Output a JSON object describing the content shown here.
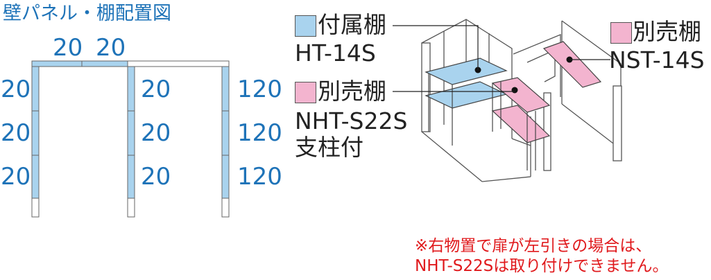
{
  "title": "壁パネル・棚配置図",
  "plan": {
    "top_labels": [
      "20",
      "20"
    ],
    "left_labels": [
      "20",
      "20",
      "20"
    ],
    "middle_labels": [
      "20",
      "20",
      "20"
    ],
    "right_labels": [
      "120",
      "120",
      "120"
    ]
  },
  "legend": {
    "attached": {
      "label": "付属棚",
      "model": "HT-14S",
      "color": "#a9d3ee"
    },
    "separate_right": {
      "label": "別売棚",
      "model": "NST-14S",
      "color": "#f3b4cf"
    },
    "separate_left": {
      "label": "別売棚",
      "model": "NHT-S22S",
      "extra": "支柱付",
      "color": "#f3b4cf"
    }
  },
  "note": {
    "line1": "※右物置で扉が左引きの場合は、",
    "line2": "NHT-S22Sは取り付けできません。"
  }
}
